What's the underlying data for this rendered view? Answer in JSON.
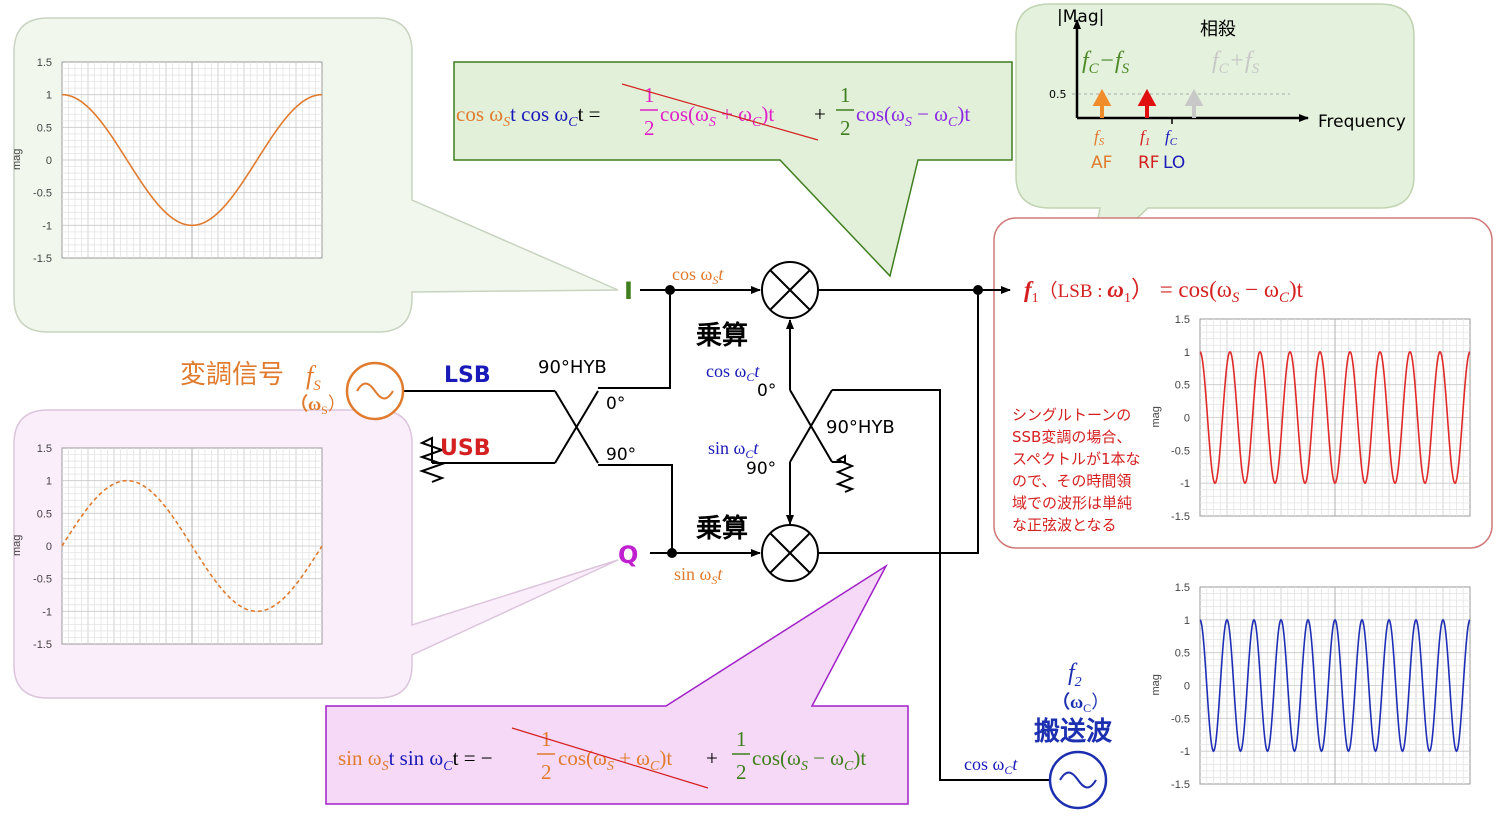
{
  "colors": {
    "orange": "#e07b2e",
    "blue": "#1a1ab8",
    "red": "#d42020",
    "green": "#3f7f1e",
    "magenta": "#e020c8",
    "purple": "#8a2be2",
    "dark_blue": "#1c2fb0",
    "wave_red": "#e02a2a",
    "wave_blue": "#1f2fb5"
  },
  "labels": {
    "i_port": "I",
    "q_port": "Q",
    "lsb": "LSB",
    "usb": "USB",
    "hyb_left": "90°HYB",
    "hyb_right": "90°HYB",
    "deg0_left": "0°",
    "deg90_left": "90°",
    "deg0_right": "0°",
    "deg90_right": "90°",
    "multiply_top": "乗算",
    "multiply_bottom": "乗算",
    "mod_signal": "変調信号",
    "mod_freq": "f",
    "mod_freq_sub": "S",
    "mod_omega": "（ω",
    "mod_omega_sub": "S",
    "mod_omega_close": "）",
    "carrier_f": "f",
    "carrier_f_sub": "2",
    "carrier_omega": "（ω",
    "carrier_omega_sub": "C",
    "carrier_omega_close": "）",
    "carrier": "搬送波",
    "cos_ws_t": "cos ω",
    "sin_ws_t": "sin ω",
    "cos_wc_t": "cos ω",
    "sin_wc_t": "sin ω",
    "sub_s": "S",
    "sub_c": "C",
    "var_t": "t"
  },
  "equations": {
    "top": {
      "lhs_a": "cos ω",
      "lhs_b": "t cos ω",
      "lhs_c": "t = ",
      "term1": "cos(ω",
      "term1_b": " + ω",
      "term1_c": ")t",
      "plus": " + ",
      "term2": "cos(ω",
      "term2_b": " − ω",
      "term2_c": ")t",
      "half": "1",
      "two": "2"
    },
    "bottom": {
      "lhs_a": "sin ω",
      "lhs_b": "t sin ω",
      "lhs_c": "t = −",
      "term1": "cos(ω",
      "term1_b": " + ω",
      "term1_c": ")t",
      "plus": " + ",
      "term2": "cos(ω",
      "term2_b": " − ω",
      "term2_c": ")t",
      "half": "1",
      "two": "2"
    },
    "output": {
      "f": "f",
      "sub": "1",
      "open": "（LSB : ",
      "omega": "ω",
      "omega_sub": "1",
      "close": "）",
      "rhs": " = cos(ω",
      "rhs_b": " − ω",
      "rhs_c": ")t"
    }
  },
  "spectrum": {
    "ylabel": "|Mag|",
    "xlabel": "Frequency",
    "level": "0.5",
    "cancel": "相殺",
    "diff_label": "f",
    "diff_sub_c": "C",
    "diff_minus": "−f",
    "diff_sub_s": "S",
    "sum_label": "f",
    "sum_plus": "+f",
    "tick_fs": "f",
    "tick_fs_sub": "S",
    "tick_f1": "f",
    "tick_f1_sub": "1",
    "tick_fc": "f",
    "tick_fc_sub": "C",
    "af": "AF",
    "rf": "RF",
    "lo": "LO"
  },
  "note": [
    "シングルトーンの",
    "SSB変調の場合、",
    "スペクトルが1本な",
    "ので、その時間領",
    "域での波形は単純",
    "な正弦波となる"
  ],
  "chart_data": [
    {
      "type": "line",
      "name": "I waveform",
      "ylabel": "mag",
      "ylim": [
        -1.5,
        1.5
      ],
      "yticks": [
        "1.5",
        "1",
        "0.5",
        "0",
        "-0.5",
        "-1",
        "-1.5"
      ],
      "cycles": 1,
      "function": "cos",
      "amplitude": 1,
      "line_style": "solid",
      "color": "#e07b2e",
      "grid": true
    },
    {
      "type": "line",
      "name": "Q waveform",
      "ylabel": "mag",
      "ylim": [
        -1.5,
        1.5
      ],
      "yticks": [
        "1.5",
        "1",
        "0.5",
        "0",
        "-0.5",
        "-1",
        "-1.5"
      ],
      "cycles": 1,
      "function": "sin",
      "amplitude": 1,
      "line_style": "dashed",
      "color": "#e07b2e",
      "grid": true
    },
    {
      "type": "line",
      "name": "LSB output",
      "ylabel": "mag",
      "ylim": [
        -1.5,
        1.5
      ],
      "yticks": [
        "1.5",
        "1",
        "0.5",
        "0",
        "-0.5",
        "-1",
        "-1.5"
      ],
      "cycles": 9,
      "function": "cos",
      "amplitude": 1,
      "line_style": "solid",
      "color": "#e02a2a",
      "grid": true
    },
    {
      "type": "line",
      "name": "Carrier",
      "ylabel": "mag",
      "ylim": [
        -1.5,
        1.5
      ],
      "yticks": [
        "1.5",
        "1",
        "0.5",
        "0",
        "-0.5",
        "-1",
        "-1.5"
      ],
      "cycles": 10,
      "function": "cos",
      "amplitude": 1,
      "line_style": "solid",
      "color": "#1f2fb5",
      "grid": true
    },
    {
      "type": "bar",
      "name": "spectrum",
      "categories": [
        "fS",
        "fC−fS",
        "fC+fS"
      ],
      "values": [
        0.5,
        0.5,
        0.5
      ],
      "status": [
        "present",
        "present",
        "cancelled"
      ]
    }
  ]
}
